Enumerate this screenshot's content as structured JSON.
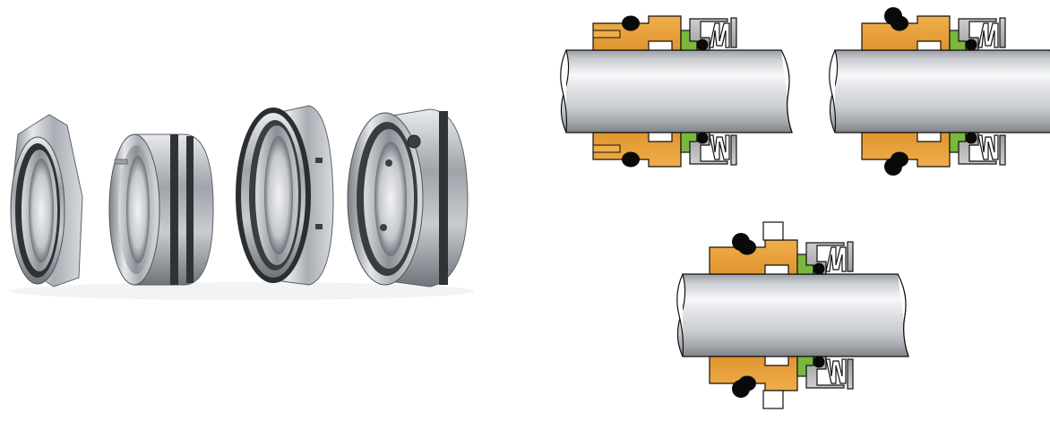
{
  "colors": {
    "background": "#ffffff",
    "seal_face_orange": "#e8a23c",
    "seat_green": "#79b83c",
    "oring_black": "#0a0a0a",
    "spring_gray": "#b4b4b4",
    "metal_steel": "#b8bcc2",
    "shaft_highlight": "#f4f5f6",
    "shaft_shadow": "#8c9096",
    "outline": "#111111",
    "gland_white": "#ffffff"
  },
  "icons": {
    "photo": "mechanical-seal-components-photo",
    "diagrams": "seal-cross-section-diagram"
  },
  "scene": {
    "photo_components": 4,
    "diagram_variants": 3
  }
}
